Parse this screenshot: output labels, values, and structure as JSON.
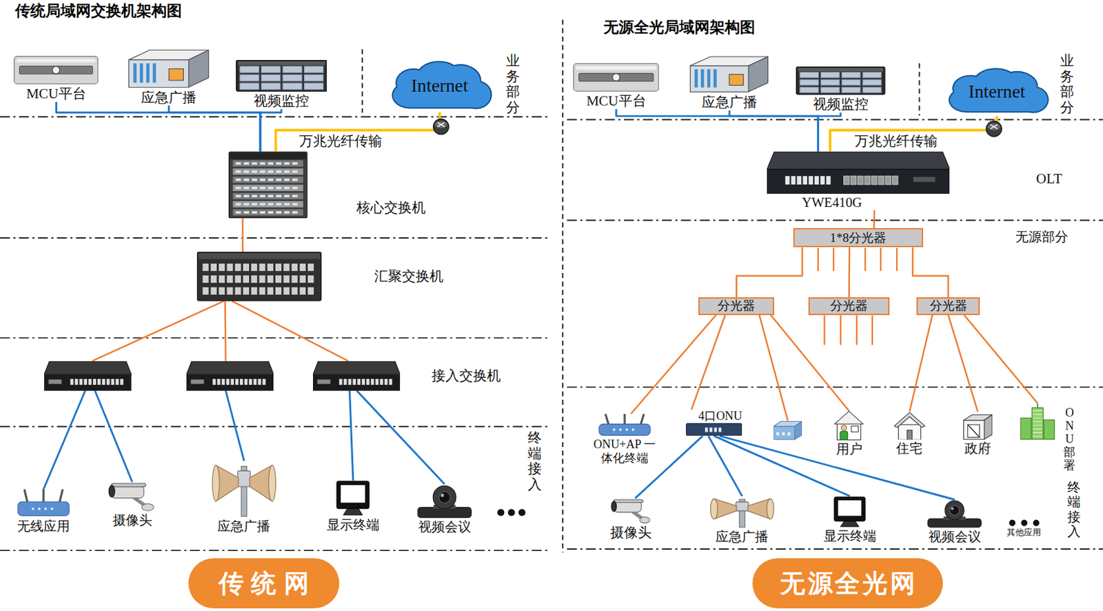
{
  "diagram": {
    "nodes": [
      {
        "text": [
          "MCU平台"
        ]
      },
      {
        "text": [
          "应急广播"
        ]
      },
      {
        "text": [
          "视频监控"
        ]
      },
      {
        "text": [
          "Internet"
        ]
      },
      {
        "text": [
          "核心交换机"
        ]
      },
      {
        "text": [
          "汇聚交换机"
        ]
      },
      {
        "text": []
      },
      {
        "text": []
      },
      {
        "text": [
          "接入交换机"
        ]
      },
      {
        "text": [
          "无线应用"
        ]
      },
      {
        "text": [
          "摄像头"
        ]
      },
      {
        "text": [
          "应急广播"
        ]
      },
      {
        "text": [
          "显示终端"
        ]
      },
      {
        "text": [
          "视频会议"
        ]
      },
      {
        "text": [
          "传统网"
        ]
      },
      {
        "text": [
          "MCU平台"
        ]
      },
      {
        "text": [
          "应急广播"
        ]
      },
      {
        "text": [
          "视频监控"
        ]
      },
      {
        "text": [
          "Internet"
        ]
      },
      {
        "text": [
          "YWE410G"
        ]
      },
      {
        "text": [
          "1*8分光器"
        ]
      },
      {
        "text": [
          "分光器"
        ]
      },
      {
        "text": [
          "分光器"
        ]
      },
      {
        "text": [
          "分光器"
        ]
      },
      {
        "text": [
          "ONU+AP 一体化终端"
        ]
      },
      {
        "text": [
          "4口ONU"
        ]
      },
      {
        "text": []
      },
      {
        "text": [
          "用户"
        ]
      },
      {
        "text": [
          "住宅"
        ]
      },
      {
        "text": [
          "政府"
        ]
      },
      {
        "text": []
      },
      {
        "text": [
          "摄像头"
        ]
      },
      {
        "text": [
          "应急广播"
        ]
      },
      {
        "text": [
          "显示终端"
        ]
      },
      {
        "text": [
          "视频会议"
        ]
      },
      {
        "text": [
          "其他应用"
        ]
      },
      {
        "text": [
          "无源全光网"
        ]
      }
    ],
    "edges": [
      {
        "from": 0,
        "to": 4,
        "arrow": "none"
      },
      {
        "from": 1,
        "to": 4,
        "arrow": "none"
      },
      {
        "from": 2,
        "to": 4,
        "arrow": "none"
      },
      {
        "from": 4,
        "to": 3,
        "arrow": "none",
        "label": "万兆光纤传输"
      },
      {
        "from": 4,
        "to": 5,
        "arrow": "none"
      },
      {
        "from": 5,
        "to": 6,
        "arrow": "none"
      },
      {
        "from": 5,
        "to": 7,
        "arrow": "none"
      },
      {
        "from": 5,
        "to": 8,
        "arrow": "none"
      },
      {
        "from": 6,
        "to": 9,
        "arrow": "none"
      },
      {
        "from": 6,
        "to": 10,
        "arrow": "none"
      },
      {
        "from": 7,
        "to": 11,
        "arrow": "none"
      },
      {
        "from": 8,
        "to": 12,
        "arrow": "none"
      },
      {
        "from": 8,
        "to": 13,
        "arrow": "none"
      },
      {
        "from": 15,
        "to": 19,
        "arrow": "none"
      },
      {
        "from": 16,
        "to": 19,
        "arrow": "none"
      },
      {
        "from": 17,
        "to": 19,
        "arrow": "none"
      },
      {
        "from": 19,
        "to": 18,
        "arrow": "none",
        "label": "万兆光纤传输"
      },
      {
        "from": 19,
        "to": 20,
        "arrow": "none"
      },
      {
        "from": 20,
        "to": 21,
        "arrow": "none"
      },
      {
        "from": 20,
        "to": 22,
        "arrow": "none"
      },
      {
        "from": 20,
        "to": 23,
        "arrow": "none"
      },
      {
        "from": 21,
        "to": 24,
        "arrow": "none"
      },
      {
        "from": 21,
        "to": 25,
        "arrow": "none"
      },
      {
        "from": 21,
        "to": 26,
        "arrow": "none"
      },
      {
        "from": 21,
        "to": 27,
        "arrow": "none"
      },
      {
        "from": 23,
        "to": 28,
        "arrow": "none"
      },
      {
        "from": 23,
        "to": 29,
        "arrow": "none"
      },
      {
        "from": 23,
        "to": 30,
        "arrow": "none"
      },
      {
        "from": 25,
        "to": 31,
        "arrow": "none"
      },
      {
        "from": 25,
        "to": 32,
        "arrow": "none"
      },
      {
        "from": 25,
        "to": 33,
        "arrow": "none"
      },
      {
        "from": 25,
        "to": 34,
        "arrow": "none"
      }
    ],
    "labels": [
      "传统局域网交换机架构图",
      "业务部分",
      "终端接入",
      "无源全光局域网架构图",
      "业务部分",
      "OLT",
      "无源部分",
      "ONU部署",
      "终端接入"
    ]
  }
}
